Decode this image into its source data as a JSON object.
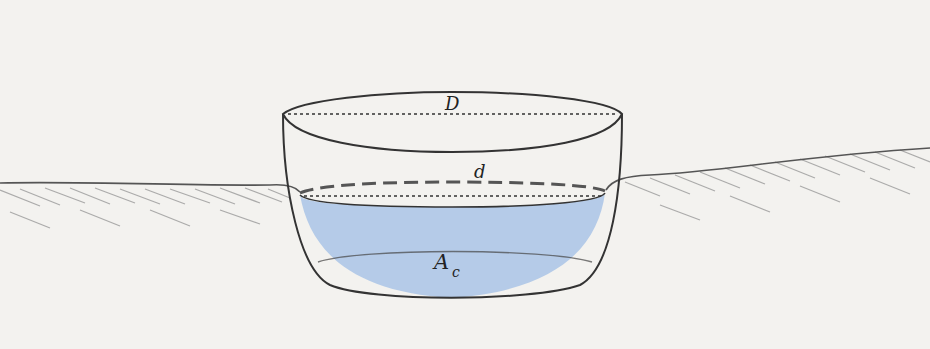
{
  "diagram": {
    "labels": [
      "D",
      "d",
      "A",
      "c"
    ]
  }
}
